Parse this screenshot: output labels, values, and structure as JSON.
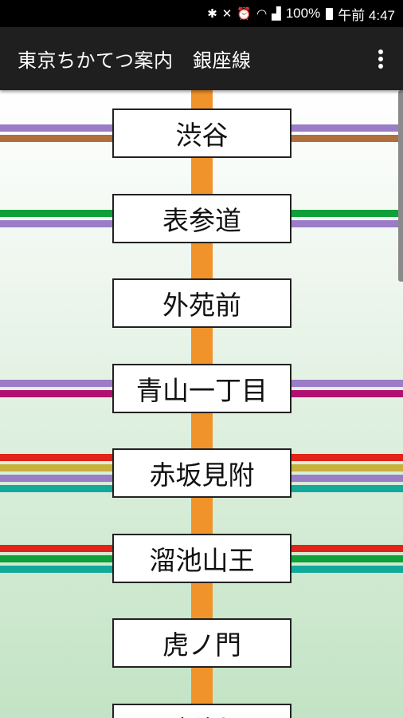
{
  "status_bar": {
    "icons": [
      "bluetooth-icon",
      "mute-icon",
      "alarm-icon",
      "wifi-icon",
      "signal-icon"
    ],
    "battery": "100%",
    "time": "午前 4:47"
  },
  "app_bar": {
    "title": "東京ちかてつ案内　銀座線",
    "menu_icon": "more-vert-icon"
  },
  "colors": {
    "ginza": "#f0932b",
    "hanzomon": "#9b7cc6",
    "fukutoshin": "#b0703e",
    "chiyoda": "#10a03a",
    "oedo": "#b0106e",
    "marunouchi": "#e2231a",
    "yurakucho": "#c8b03a",
    "namboku": "#12a99a"
  },
  "stations": [
    {
      "name": "渋谷",
      "lines": [
        "#9b7cc6",
        "#b0703e"
      ]
    },
    {
      "name": "表参道",
      "lines": [
        "#10a03a",
        "#9b7cc6"
      ]
    },
    {
      "name": "外苑前",
      "lines": []
    },
    {
      "name": "青山一丁目",
      "lines": [
        "#9b7cc6",
        "#b0106e"
      ]
    },
    {
      "name": "赤坂見附",
      "lines": [
        "#e2231a",
        "#c8b03a",
        "#9b7cc6",
        "#12a99a"
      ]
    },
    {
      "name": "溜池山王",
      "lines": [
        "#e2231a",
        "#10a03a",
        "#12a99a"
      ]
    },
    {
      "name": "虎ノ門",
      "lines": []
    },
    {
      "name": "新橋",
      "lines": []
    }
  ]
}
